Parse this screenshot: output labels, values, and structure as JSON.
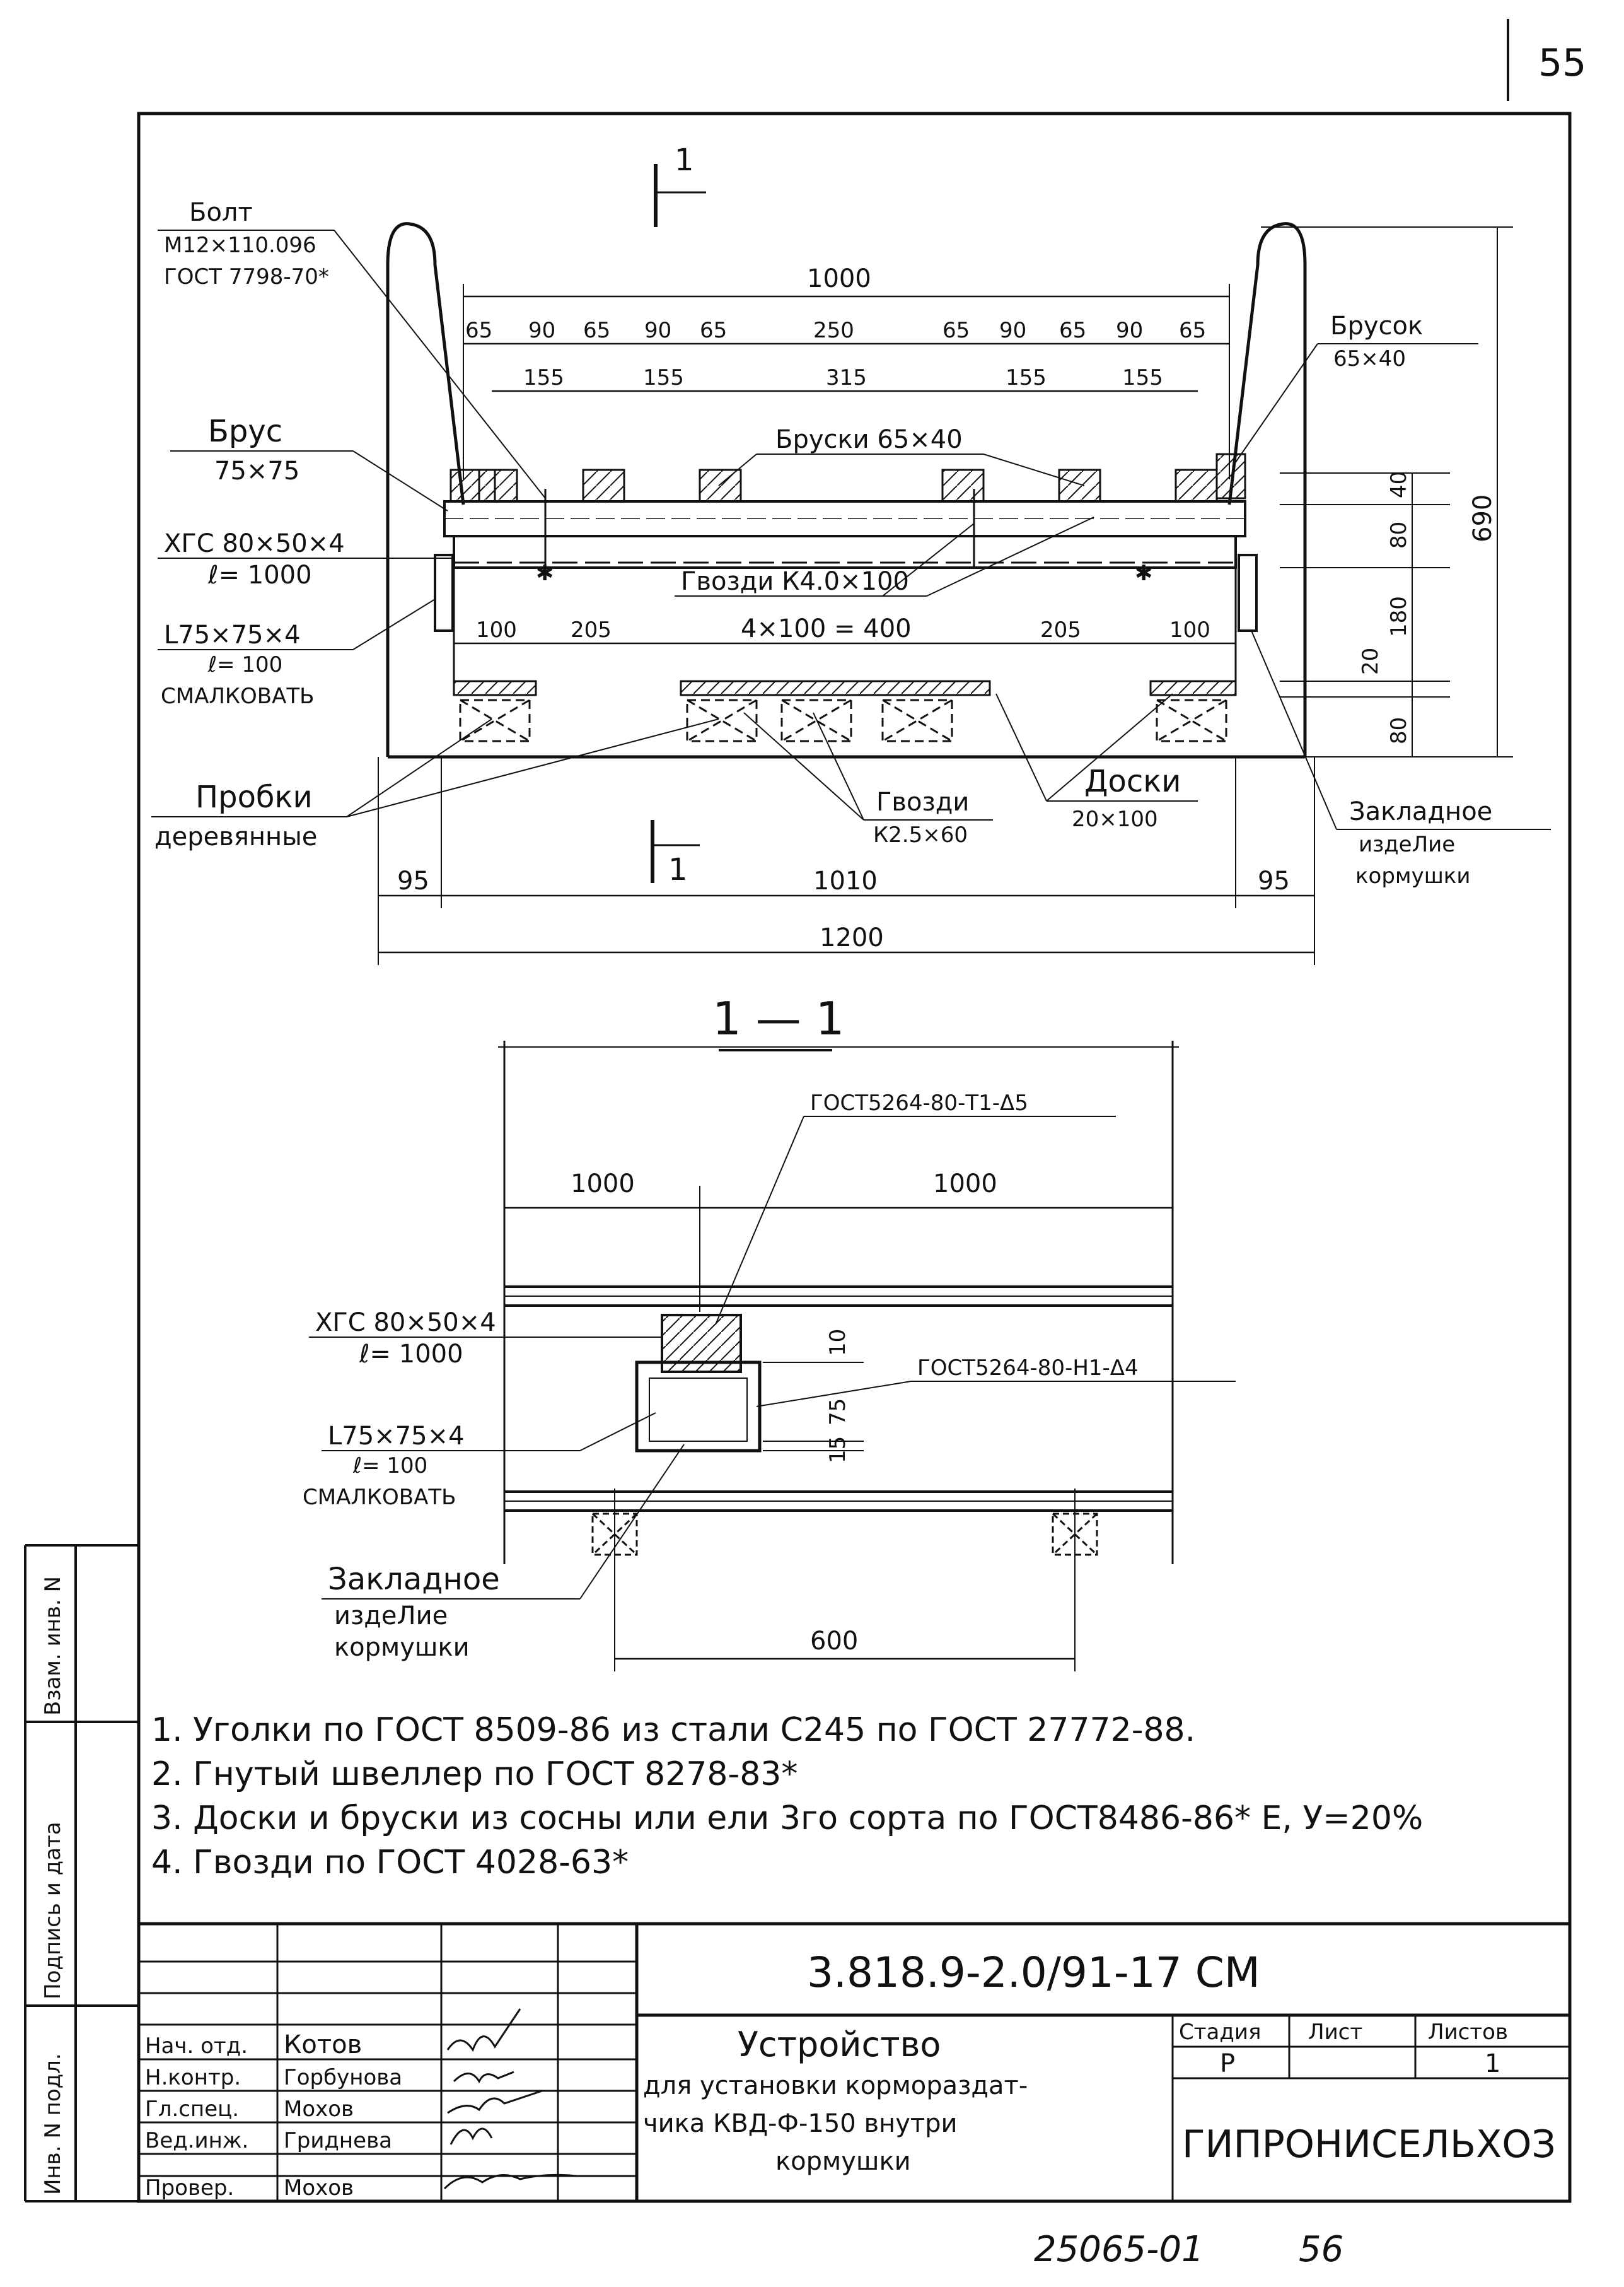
{
  "page_number": "55",
  "main_view": {
    "section_mark": "1",
    "callouts": {
      "bolt": [
        "Болт",
        "М12×110.096",
        "ГОСТ 7798-70*"
      ],
      "beam": [
        "Брус",
        "75×75"
      ],
      "channel": [
        "ХГС 80×50×4",
        "ℓ= 1000"
      ],
      "angle": [
        "L75×75×4",
        "ℓ= 100",
        "СМАЛКОВАТЬ"
      ],
      "plugs": [
        "Пробки",
        "деревянные"
      ],
      "bar_small": [
        "Брусок",
        "65×40"
      ],
      "bars": "Бруски 65×40",
      "nails_big": "Гвозди К4.0×100",
      "nails_small": [
        "Гвозди",
        "К2.5×60"
      ],
      "boards": [
        "Доски",
        "20×100"
      ],
      "insert": [
        "Закладное",
        "издеЛие",
        "кормушки"
      ]
    },
    "dims": {
      "top_total": "1000",
      "top_row1": [
        "65",
        "90",
        "65",
        "90",
        "65",
        "250",
        "65",
        "90",
        "65",
        "90",
        "65"
      ],
      "top_row2": [
        "155",
        "155",
        "315",
        "155",
        "155"
      ],
      "bottom_row": [
        "100",
        "205",
        "4×100 = 400",
        "205",
        "100"
      ],
      "base": [
        "95",
        "1010",
        "95"
      ],
      "base_total": "1200",
      "right_side": [
        "40",
        "80",
        "180",
        "20",
        "80"
      ],
      "right_total": "690"
    }
  },
  "section_view": {
    "title": "1 — 1",
    "weld1": "ГОСТ5264-80-Т1-Δ5",
    "weld2": "ГОСТ5264-80-Н1-Δ4",
    "dim_left": "1000",
    "dim_right": "1000",
    "channel": [
      "ХГС 80×50×4",
      "ℓ= 1000"
    ],
    "angle": [
      "L75×75×4",
      "ℓ= 100",
      "СМАЛКОВАТЬ"
    ],
    "insert": [
      "Закладное",
      "издеЛие",
      "кормушки"
    ],
    "small_dims": [
      "10",
      "75",
      "15"
    ],
    "bottom_dim": "600"
  },
  "notes": [
    "1. Уголки по ГОСТ 8509-86 из стали С245 по ГОСТ 27772-88.",
    "2. Гнутый швеллер по ГОСТ 8278-83*",
    "3. Доски и бруски из сосны или ели 3го сорта по ГОСТ8486-86* Е, У=20%",
    "4. Гвозди по ГОСТ 4028-63*"
  ],
  "side_stamp": [
    "Взам. инв. N",
    "Подпись и дата",
    "Инв. N подл."
  ],
  "title_block": {
    "code": "3.818.9-2.0/91-17 СМ",
    "roles": [
      "Нач. отд.",
      "Н.контр.",
      "Гл.спец.",
      "Вед.инж.",
      "Провер."
    ],
    "names": [
      "Котов",
      "Горбунова",
      "Мохов",
      "Гриднева",
      "Мохов"
    ],
    "title_lines": [
      "Устройство",
      "для установки кормораздат-",
      "чика КВД-Ф-150 внутри",
      "кормушки"
    ],
    "stage_header": "Стадия",
    "sheet_header": "Лист",
    "sheets_header": "Листов",
    "stage": "Р",
    "sheet": "",
    "sheets": "1",
    "org": "ГИПРОНИСЕЛЬХОЗ"
  },
  "footer": {
    "archive_no": "25065-01",
    "page": "56"
  }
}
